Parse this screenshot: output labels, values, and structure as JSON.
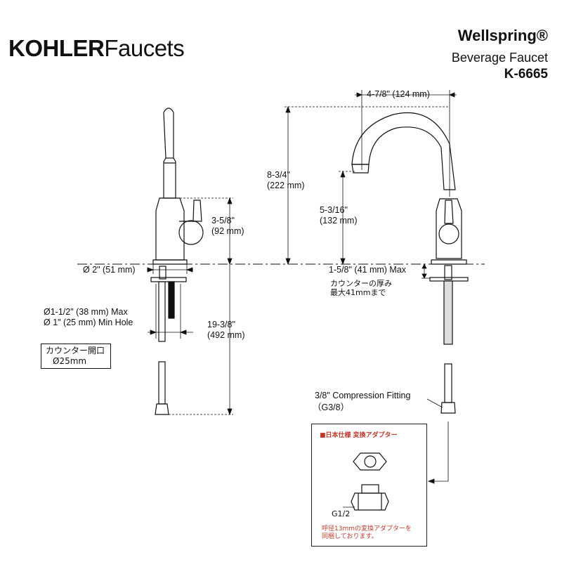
{
  "brand": {
    "name_bold": "KOHLER",
    "name_light": "Faucets"
  },
  "product": {
    "title": "Wellspring®",
    "subtitle": "Beverage Faucet",
    "model": "K-6665"
  },
  "dims": {
    "spout_reach": "4-7/8\" (124 mm)",
    "overall_height": [
      "8-3/4\"",
      "(222 mm)"
    ],
    "spout_height": [
      "5-3/16\"",
      "(132 mm)"
    ],
    "handle_height": [
      "3-5/8\"",
      "(92 mm)"
    ],
    "base_diameter": "Ø 2\" (51 mm)",
    "hole_size": [
      "Ø1-1/2\" (38 mm) Max",
      "Ø 1\" (25 mm) Min Hole"
    ],
    "supply_length": [
      "19-3/8\"",
      "(492 mm)"
    ],
    "counter_thickness": "1-5/8\" (41 mm) Max",
    "counter_thickness_jp": [
      "カウンターの厚み",
      "最大41mmまで"
    ],
    "fitting": "3/8\" Compression Fitting",
    "fitting_jp": "（G3/8）"
  },
  "counter_box": {
    "line1": "カウンター開口",
    "line2": "Ø25mm"
  },
  "inset": {
    "title": "■日本仕様 変換アダプター",
    "thread": "G1/2",
    "note": [
      "呼径13mmの変換アダプターを",
      "同梱しております。"
    ]
  }
}
